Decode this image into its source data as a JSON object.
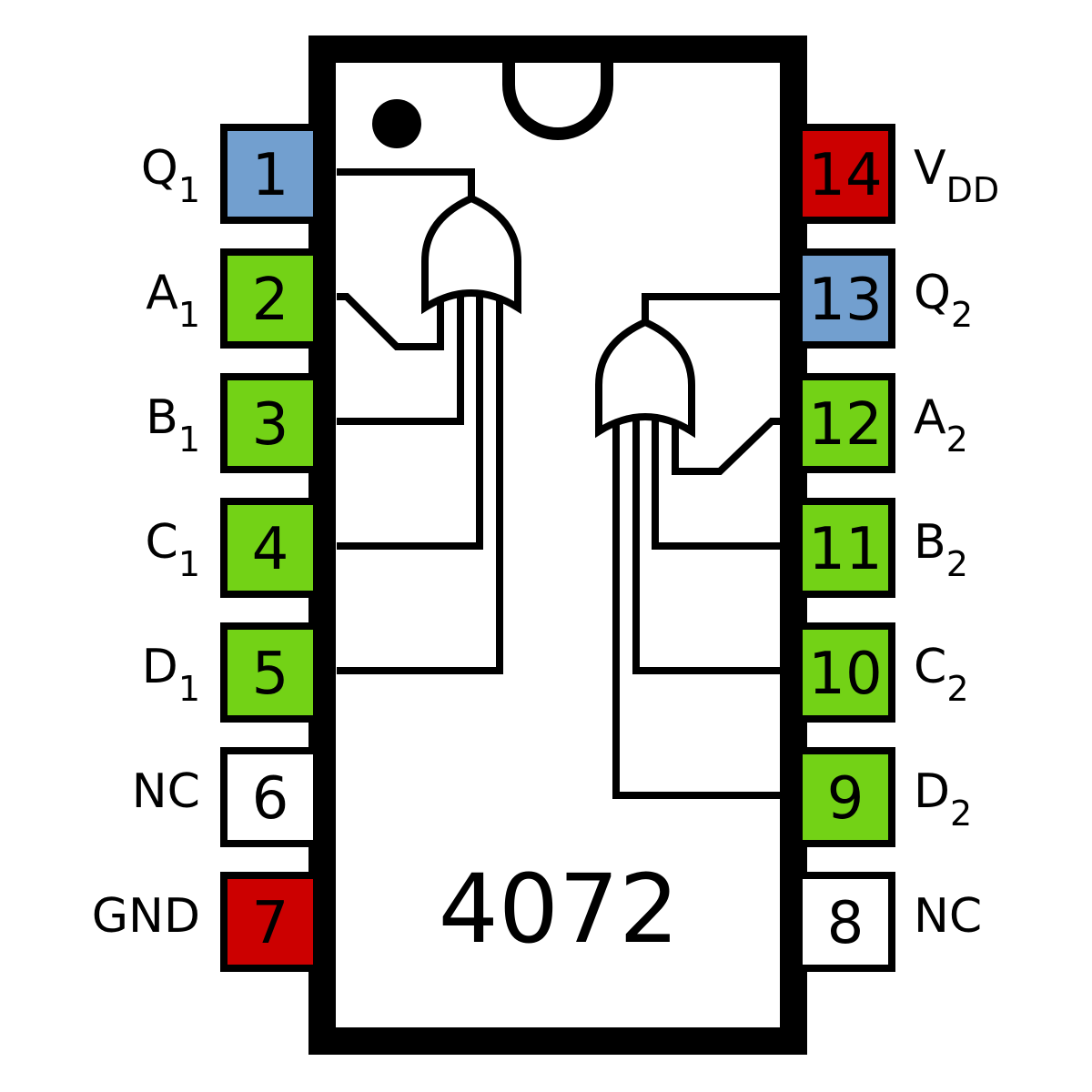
{
  "chip": {
    "part_number": "4072",
    "description_colors": {
      "power": "#cc0000",
      "output": "#729fcf",
      "input": "#73d216",
      "nc": "#ffffff"
    },
    "left_pins": [
      {
        "number": "1",
        "label": "Q",
        "sub": "1",
        "kind": "output"
      },
      {
        "number": "2",
        "label": "A",
        "sub": "1",
        "kind": "input"
      },
      {
        "number": "3",
        "label": "B",
        "sub": "1",
        "kind": "input"
      },
      {
        "number": "4",
        "label": "C",
        "sub": "1",
        "kind": "input"
      },
      {
        "number": "5",
        "label": "D",
        "sub": "1",
        "kind": "input"
      },
      {
        "number": "6",
        "label": "NC",
        "sub": "",
        "kind": "nc"
      },
      {
        "number": "7",
        "label": "GND",
        "sub": "",
        "kind": "power"
      }
    ],
    "right_pins": [
      {
        "number": "14",
        "label": "V",
        "sub": "DD",
        "kind": "power"
      },
      {
        "number": "13",
        "label": "Q",
        "sub": "2",
        "kind": "output"
      },
      {
        "number": "12",
        "label": "A",
        "sub": "2",
        "kind": "input"
      },
      {
        "number": "11",
        "label": "B",
        "sub": "2",
        "kind": "input"
      },
      {
        "number": "10",
        "label": "C",
        "sub": "2",
        "kind": "input"
      },
      {
        "number": "9",
        "label": "D",
        "sub": "2",
        "kind": "input"
      },
      {
        "number": "8",
        "label": "NC",
        "sub": "",
        "kind": "nc"
      }
    ]
  }
}
